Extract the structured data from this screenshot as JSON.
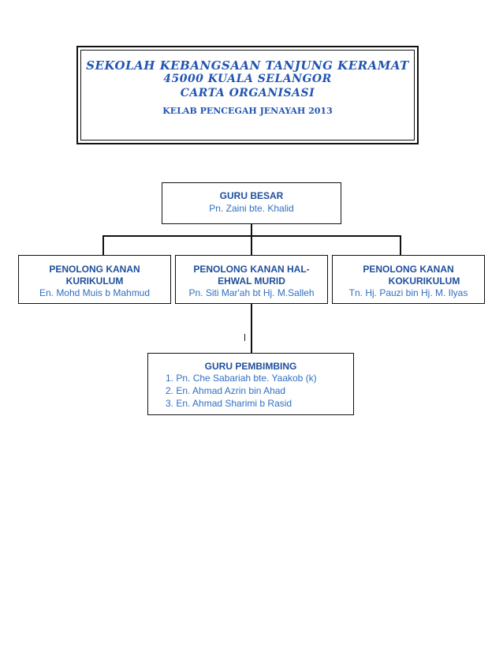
{
  "header": {
    "school": "SEKOLAH KEBANGSAAN TANJUNG KERAMAT",
    "address": "45000 KUALA SELANGOR",
    "subtitle": "CARTA ORGANISASI",
    "club": "KELAB PENCEGAH JENAYAH 2013"
  },
  "guru_besar": {
    "title": "GURU BESAR",
    "name": "Pn. Zaini  bte. Khalid"
  },
  "penolong": [
    {
      "title_line1": "PENOLONG KANAN",
      "title_line2": "KURIKULUM",
      "name": "En. Mohd Muis b  Mahmud"
    },
    {
      "title_line1": "PENOLONG KANAN HAL-",
      "title_line2": "EHWAL MURID",
      "name": "Pn. Siti Mar'ah bt Hj. M.Salleh"
    },
    {
      "title_line1": "PENOLONG KANAN",
      "title_line2": "KOKURIKULUM",
      "name": "Tn. Hj. Pauzi bin Hj. M. Ilyas"
    }
  ],
  "guru_pembimbing": {
    "title": "GURU PEMBIMBING",
    "members": [
      "1. Pn. Che Sabariah bte. Yaakob (k)",
      "2. En. Ahmad Azrin bin Ahad",
      "3. En. Ahmad Sharimi b Rasid"
    ]
  }
}
